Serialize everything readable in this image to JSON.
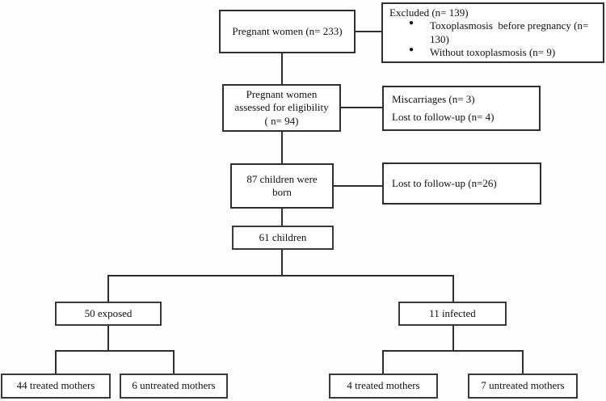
{
  "diagram": {
    "nodes": {
      "pregnant_women": {
        "label": "Pregnant women (n= 233)"
      },
      "excluded": {
        "title": "Excluded (n= 139)",
        "bullet_glyph": "●",
        "bullets": [
          "Toxoplasmosis  before pregnancy (n= 130)",
          "Without toxoplasmosis (n= 9)"
        ]
      },
      "eligibility": {
        "lines": [
          "Pregnant women",
          "assessed for eligibility",
          "( n= 94)"
        ]
      },
      "miscarriages": {
        "lines": [
          "Miscarriages (n= 3)",
          "Lost to follow-up (n= 4)"
        ]
      },
      "children_born": {
        "lines": [
          "87 children were",
          "born"
        ]
      },
      "lost_followup_26": {
        "label": "Lost to follow-up (n=26)"
      },
      "children_61": {
        "label": "61 children"
      },
      "exposed": {
        "label": "50 exposed"
      },
      "infected": {
        "label": "11 infected"
      },
      "treated_exposed": {
        "label": "44 treated mothers"
      },
      "untreated_exposed": {
        "label": "6 untreated mothers"
      },
      "treated_infected": {
        "label": "4 treated mothers"
      },
      "untreated_infected": {
        "label": "7 untreated mothers"
      }
    },
    "colors": {
      "border": "#2e2e2e",
      "background": "#ffffff",
      "text": "#111111"
    }
  }
}
